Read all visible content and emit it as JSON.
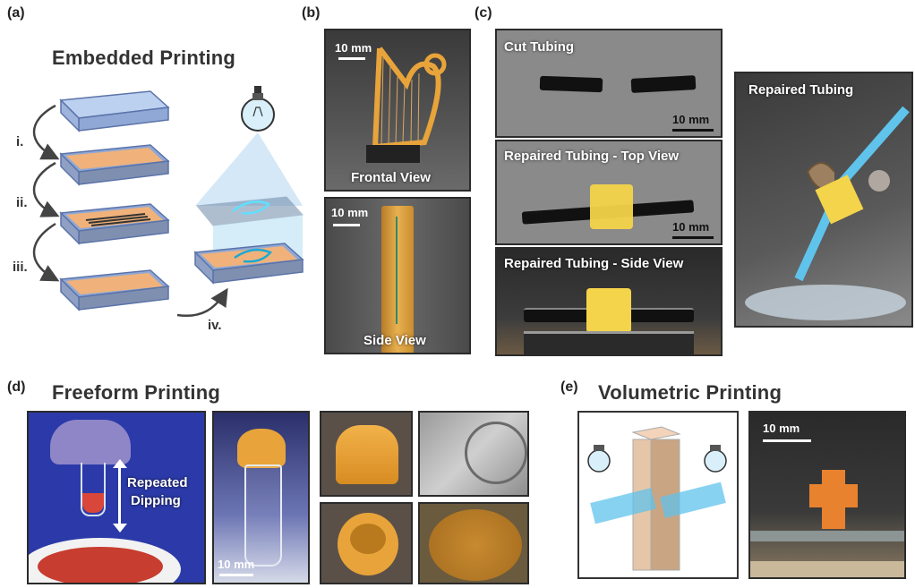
{
  "panels": {
    "a": {
      "label": "(a)",
      "title": "Embedded Printing",
      "steps": [
        "i.",
        "ii.",
        "iii.",
        "iv."
      ]
    },
    "b": {
      "label": "(b)",
      "frontal": {
        "scale": "10 mm",
        "caption": "Frontal View"
      },
      "side": {
        "scale": "10 mm",
        "caption": "Side View"
      }
    },
    "c": {
      "label": "(c)",
      "cut": {
        "caption": "Cut Tubing",
        "scale": "10 mm"
      },
      "top": {
        "caption": "Repaired Tubing - Top View",
        "scale": "10 mm"
      },
      "sideview": {
        "caption": "Repaired Tubing - Side View"
      },
      "repaired": {
        "caption": "Repaired Tubing"
      }
    },
    "d": {
      "label": "(d)",
      "title": "Freeform Printing",
      "dip_line1": "Repeated",
      "dip_line2": "Dipping",
      "vial_scale": "10 mm"
    },
    "e": {
      "label": "(e)",
      "title": "Volumetric Printing",
      "scale": "10 mm"
    }
  },
  "colors": {
    "gel_orange": "#f0b27a",
    "tray_blue": "#8fa8d6",
    "amber": "#e8a43a",
    "dip_bg": "#2b3aa8",
    "cyan_beam": "#5fc3ec"
  }
}
